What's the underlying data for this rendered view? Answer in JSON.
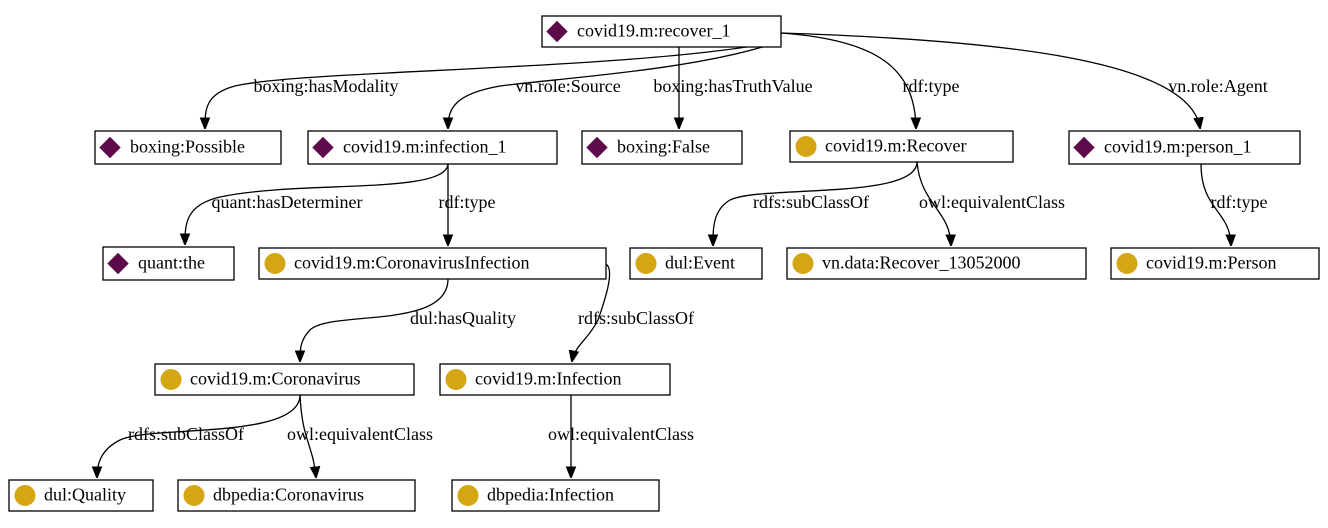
{
  "colors": {
    "individual_icon": "#5c0a4a",
    "class_icon": "#d4a614",
    "edge": "#000000",
    "node_border": "#000000"
  },
  "icon_types": {
    "individual": "purple-diamond-icon",
    "class": "gold-circle-icon"
  },
  "nodes": [
    {
      "id": "recover_1",
      "label": "covid19.m:recover_1",
      "kind": "individual"
    },
    {
      "id": "possible",
      "label": "boxing:Possible",
      "kind": "individual"
    },
    {
      "id": "infection_1",
      "label": "covid19.m:infection_1",
      "kind": "individual"
    },
    {
      "id": "false",
      "label": "boxing:False",
      "kind": "individual"
    },
    {
      "id": "recover_cls",
      "label": "covid19.m:Recover",
      "kind": "class"
    },
    {
      "id": "person_1",
      "label": "covid19.m:person_1",
      "kind": "individual"
    },
    {
      "id": "quant_the",
      "label": "quant:the",
      "kind": "individual"
    },
    {
      "id": "corona_inf",
      "label": "covid19.m:CoronavirusInfection",
      "kind": "class"
    },
    {
      "id": "dul_event",
      "label": "dul:Event",
      "kind": "class"
    },
    {
      "id": "vn_recover",
      "label": "vn.data:Recover_13052000",
      "kind": "class"
    },
    {
      "id": "person_cls",
      "label": "covid19.m:Person",
      "kind": "class"
    },
    {
      "id": "coronavirus",
      "label": "covid19.m:Coronavirus",
      "kind": "class"
    },
    {
      "id": "infection_cls",
      "label": "covid19.m:Infection",
      "kind": "class"
    },
    {
      "id": "dul_quality",
      "label": "dul:Quality",
      "kind": "class"
    },
    {
      "id": "dbp_corona",
      "label": "dbpedia:Coronavirus",
      "kind": "class"
    },
    {
      "id": "dbp_infection",
      "label": "dbpedia:Infection",
      "kind": "class"
    }
  ],
  "edges": [
    {
      "from": "recover_1",
      "to": "possible",
      "label": "boxing:hasModality"
    },
    {
      "from": "recover_1",
      "to": "infection_1",
      "label": "vn.role:Source"
    },
    {
      "from": "recover_1",
      "to": "false",
      "label": "boxing:hasTruthValue"
    },
    {
      "from": "recover_1",
      "to": "recover_cls",
      "label": "rdf:type"
    },
    {
      "from": "recover_1",
      "to": "person_1",
      "label": "vn.role:Agent"
    },
    {
      "from": "infection_1",
      "to": "quant_the",
      "label": "quant:hasDeterminer"
    },
    {
      "from": "infection_1",
      "to": "corona_inf",
      "label": "rdf:type"
    },
    {
      "from": "recover_cls",
      "to": "dul_event",
      "label": "rdfs:subClassOf"
    },
    {
      "from": "recover_cls",
      "to": "vn_recover",
      "label": "owl:equivalentClass"
    },
    {
      "from": "person_1",
      "to": "person_cls",
      "label": "rdf:type"
    },
    {
      "from": "corona_inf",
      "to": "coronavirus",
      "label": "dul:hasQuality"
    },
    {
      "from": "corona_inf",
      "to": "infection_cls",
      "label": "rdfs:subClassOf"
    },
    {
      "from": "coronavirus",
      "to": "dul_quality",
      "label": "rdfs:subClassOf"
    },
    {
      "from": "coronavirus",
      "to": "dbp_corona",
      "label": "owl:equivalentClass"
    },
    {
      "from": "infection_cls",
      "to": "dbp_infection",
      "label": "owl:equivalentClass"
    }
  ]
}
